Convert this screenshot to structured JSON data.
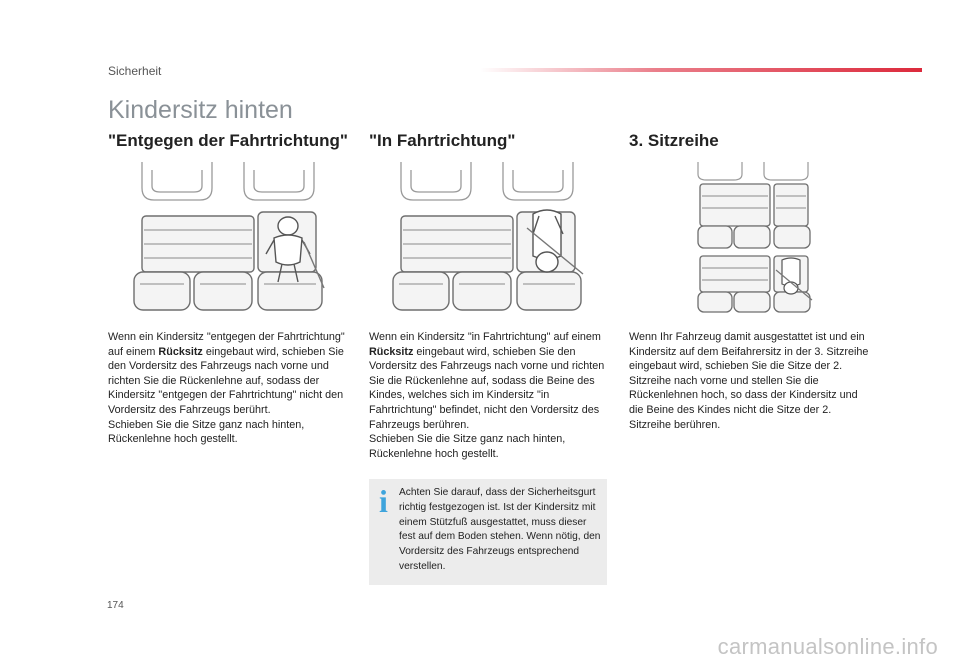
{
  "header": {
    "section": "Sicherheit",
    "title": "Kindersitz hinten"
  },
  "columns": [
    {
      "heading": "\"Entgegen der Fahrtrichtung\"",
      "text_parts": [
        "Wenn ein Kindersitz \"entgegen der Fahrtrichtung\" auf einem ",
        "Rücksitz",
        " eingebaut wird, schieben Sie den Vordersitz des Fahrzeugs nach vorne und richten Sie die Rückenlehne auf, sodass der Kindersitz \"entgegen der Fahrtrichtung\" nicht den Vordersitz des Fahrzeugs berührt.",
        "Schieben Sie die Sitze ganz nach hinten, Rückenlehne hoch gestellt."
      ]
    },
    {
      "heading": "\"In Fahrtrichtung\"",
      "text_parts": [
        "Wenn ein Kindersitz \"in Fahrtrichtung\" auf einem ",
        "Rücksitz",
        " eingebaut wird, schieben Sie den Vordersitz des Fahrzeugs nach vorne und richten Sie die Rückenlehne auf, sodass die Beine des Kindes, welches sich im Kindersitz \"in Fahrtrichtung\" befindet, nicht den Vordersitz des Fahrzeugs berühren.",
        "Schieben Sie die Sitze ganz nach hinten, Rückenlehne hoch gestellt."
      ]
    },
    {
      "heading": "3. Sitzreihe",
      "text": "Wenn Ihr Fahrzeug damit ausgestattet ist und ein Kindersitz auf dem Beifahrersitz in der 3. Sitzreihe eingebaut wird, schieben Sie die Sitze der 2. Sitzreihe nach vorne und stellen Sie die Rückenlehnen hoch, so dass der Kindersitz und die Beine des Kindes nicht die Sitze der 2. Sitzreihe berühren."
    }
  ],
  "note": {
    "icon": "info-icon",
    "icon_glyph": "i",
    "text": "Achten Sie darauf, dass der Sicherheitsgurt richtig festgezogen ist. Ist der Kindersitz mit einem Stützfuß ausgestattet, muss dieser fest auf dem Boden stehen. Wenn nötig, den Vordersitz des Fahrzeugs entsprechend verstellen."
  },
  "footer": {
    "page_number": "174",
    "watermark": "carmanualsonline.info"
  },
  "colors": {
    "accent_red": "#dc2a3c",
    "info_blue": "#3ea4dc",
    "title_gray": "#8a9197",
    "note_bg": "#ececec"
  }
}
